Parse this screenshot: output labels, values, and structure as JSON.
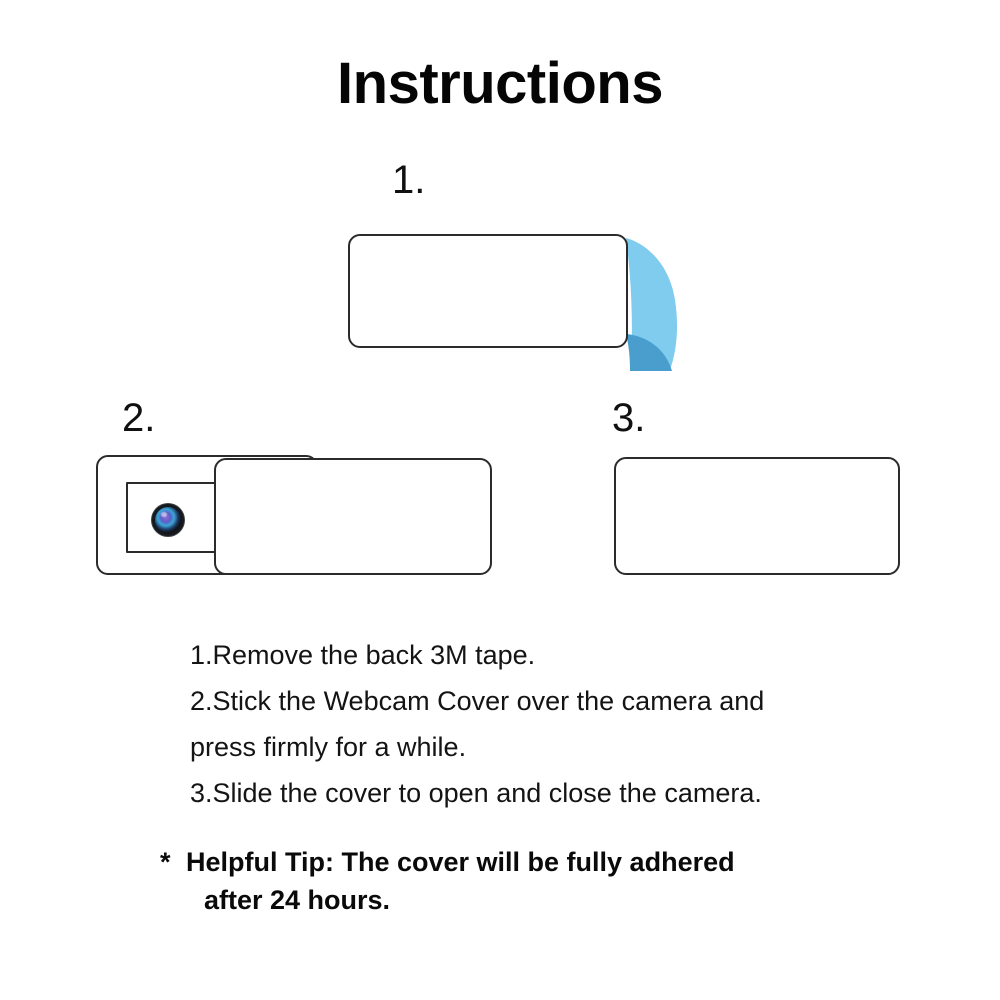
{
  "document": {
    "title": "Instructions",
    "background_color": "#ffffff"
  },
  "steps": [
    {
      "number": "1.",
      "figure": "cover-with-peel-tab",
      "description": "Webcam cover rectangle with blue 3M tape liner being peeled from the right edge",
      "colors": {
        "tab_light": "#7FCCEE",
        "tab_dark": "#4A9ECD",
        "outline": "#2b2b2b"
      }
    },
    {
      "number": "2.",
      "figure": "cover-open-over-camera",
      "description": "Cover base with square window opening exposing the camera lens, slider panel pushed to the right",
      "colors": {
        "outline": "#2b2b2b",
        "lens_ring": "#15181c",
        "lens_glint": "#8f6fd0"
      }
    },
    {
      "number": "3.",
      "figure": "cover-closed",
      "description": "Cover slid closed, plain rounded rectangle",
      "colors": {
        "outline": "#2b2b2b"
      }
    }
  ],
  "instructions": {
    "lines": [
      "1.Remove the back 3M tape.",
      "2.Stick the Webcam Cover over the camera and",
      "press firmly for a while.",
      "3.Slide the cover to open and close the camera."
    ]
  },
  "tip": {
    "star": "*",
    "line_1": "Helpful Tip: The cover will be fully adhered",
    "line_2": "after 24 hours."
  }
}
